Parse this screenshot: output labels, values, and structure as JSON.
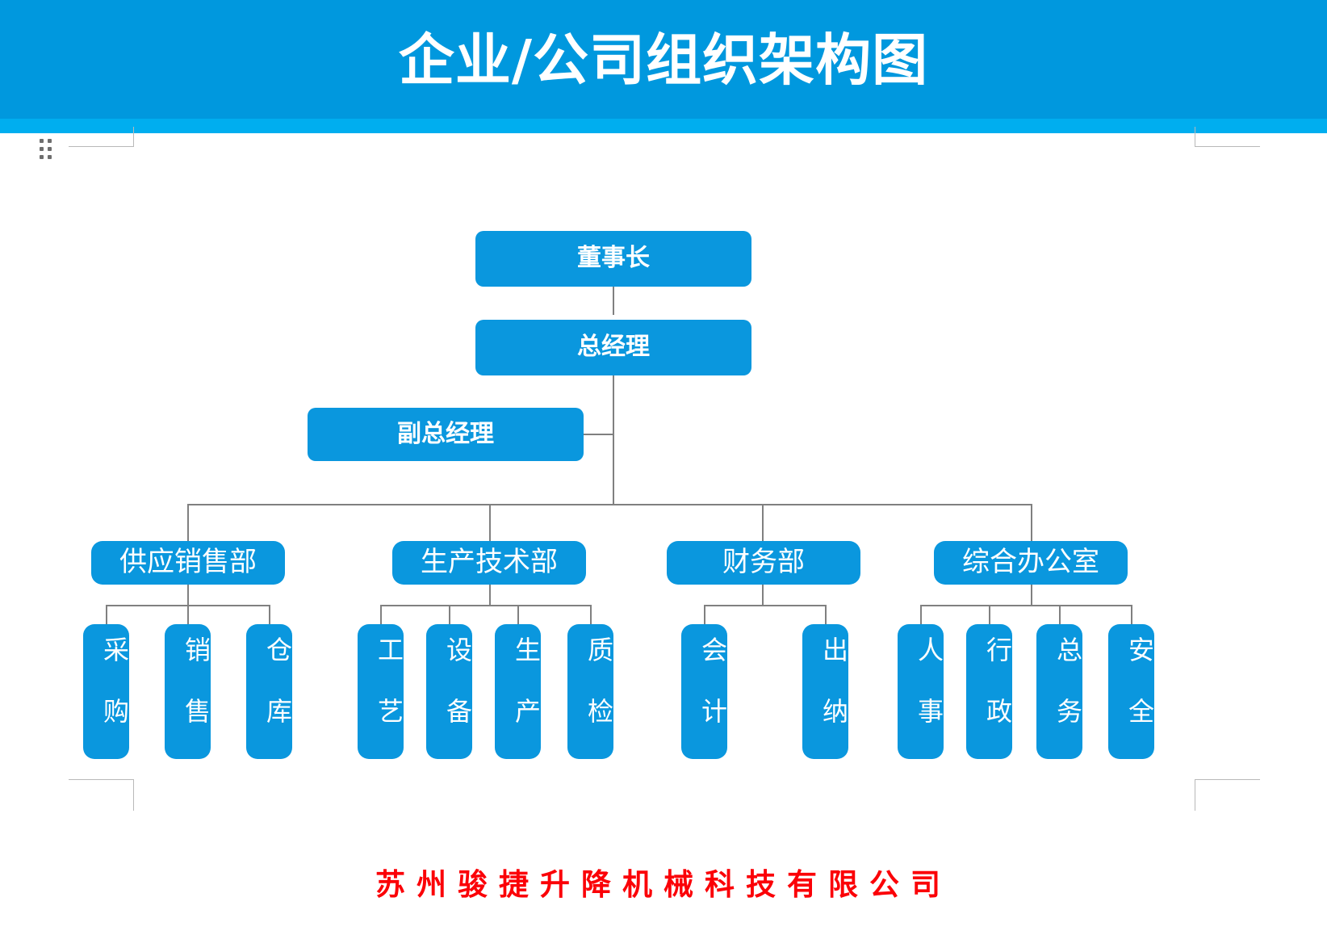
{
  "header": {
    "title": "企业/公司组织架构图",
    "banner_color": "#0098de",
    "strip_color": "#00aeef",
    "title_color": "#ffffff"
  },
  "toolbar": {
    "grip_icon": "drag-grip-icon"
  },
  "chart_data": {
    "type": "org-chart",
    "title": "企业/公司组织架构图",
    "node_color": "#0a97de",
    "node_text_color": "#ffffff",
    "connector_color": "#808080",
    "nodes": [
      {
        "id": "chairman",
        "label": "董事长",
        "level": 0
      },
      {
        "id": "general-manager",
        "label": "总经理",
        "level": 1
      },
      {
        "id": "deputy-general-manager",
        "label": "副总经理",
        "level": 2
      }
    ],
    "departments": [
      {
        "id": "supply-sales",
        "label": "供应销售部",
        "children": [
          {
            "id": "procurement",
            "label": "采购"
          },
          {
            "id": "sales",
            "label": "销售"
          },
          {
            "id": "warehouse",
            "label": "仓库"
          }
        ]
      },
      {
        "id": "production-technology",
        "label": "生产技术部",
        "children": [
          {
            "id": "process",
            "label": "工艺"
          },
          {
            "id": "equipment",
            "label": "设备"
          },
          {
            "id": "production",
            "label": "生产"
          },
          {
            "id": "quality-inspection",
            "label": "质检"
          }
        ]
      },
      {
        "id": "finance",
        "label": "财务部",
        "children": [
          {
            "id": "accounting",
            "label": "会计"
          },
          {
            "id": "cashier",
            "label": "出纳"
          }
        ]
      },
      {
        "id": "general-office",
        "label": "综合办公室",
        "children": [
          {
            "id": "human-resources",
            "label": "人事"
          },
          {
            "id": "administration",
            "label": "行政"
          },
          {
            "id": "general-affairs",
            "label": "总务"
          },
          {
            "id": "safety",
            "label": "安全"
          }
        ]
      }
    ]
  },
  "footer": {
    "company": "苏州骏捷升降机械科技有限公司",
    "color": "#fb0007"
  }
}
